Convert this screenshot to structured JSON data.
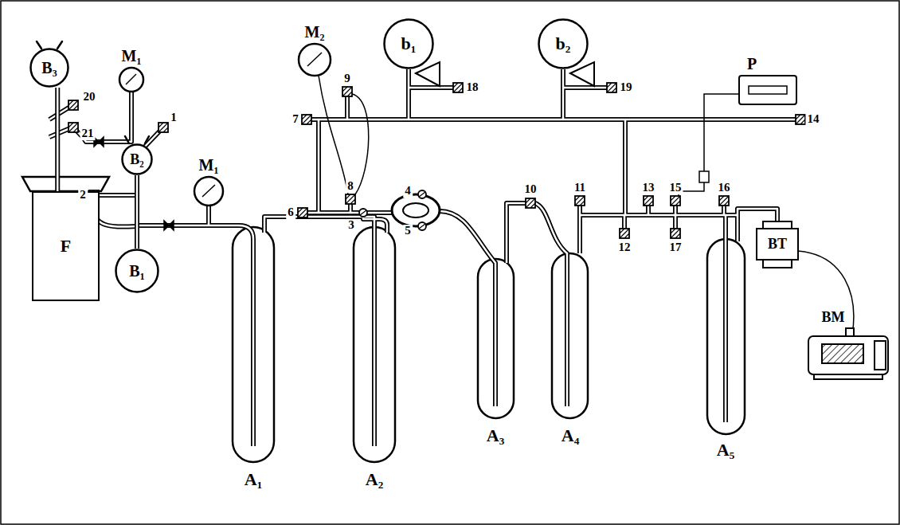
{
  "diagram": {
    "nodes": [
      {
        "text": [
          "B₃"
        ]
      },
      {
        "text": [
          "b₁"
        ]
      },
      {
        "text": [
          "b₂"
        ]
      },
      {
        "text": [
          "F"
        ]
      },
      {
        "text": [
          "B₂"
        ]
      },
      {
        "text": [
          "B₁"
        ]
      }
    ],
    "edges": [
      {
        "from": 0,
        "to": 3,
        "arrow": "none"
      },
      {
        "from": 4,
        "to": 5,
        "arrow": "none"
      }
    ],
    "labels": [
      "20",
      "21",
      "M₁",
      "1",
      "2",
      "M₁",
      "A₁",
      "A₂",
      "3",
      "4",
      "5",
      "6",
      "7",
      "8",
      "9",
      "M₂",
      "18",
      "19",
      "14",
      "10",
      "11",
      "13",
      "15",
      "16",
      "12",
      "17",
      "A₃",
      "A₄",
      "A₅",
      "P",
      "BT",
      "BM"
    ]
  }
}
